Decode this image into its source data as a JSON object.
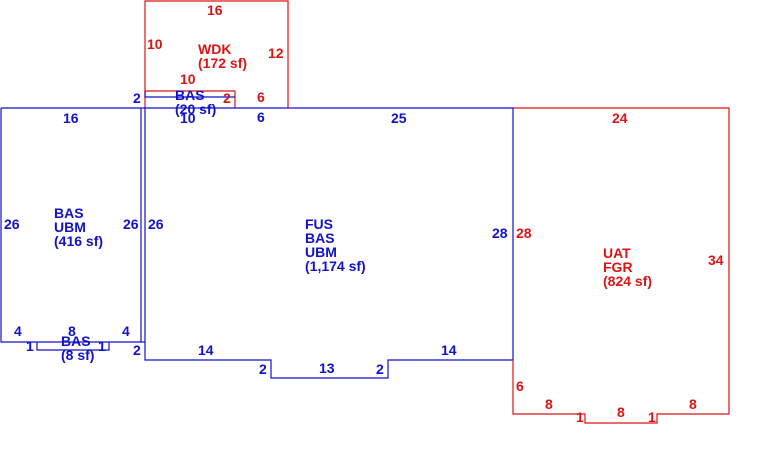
{
  "colors": {
    "blue": "#1212c8",
    "red": "#dc1414"
  },
  "areas": {
    "wdk": {
      "line1": "WDK",
      "line2": "(172 sf)"
    },
    "bas_small": {
      "line1": "BAS",
      "line2": "(20 sf)"
    },
    "bas_left": {
      "line1": "BAS",
      "line2": "UBM",
      "line3": "(416 sf)"
    },
    "main": {
      "line1": "FUS",
      "line2": "BAS",
      "line3": "UBM",
      "line4": "(1,174 sf)"
    },
    "uat": {
      "line1": "UAT",
      "line2": "FGR",
      "line3": "(824 sf)"
    },
    "bas_bottom": {
      "line1": "BAS",
      "line2": "(8 sf)"
    }
  },
  "dims": {
    "wdk_top": "16",
    "wdk_left": "10",
    "wdk_right": "12",
    "wdk_inner_10": "10",
    "wdk_inner_2": "2",
    "wdk_inner_6": "6",
    "bas_small_left": "2",
    "bas_small_bottom": "10",
    "main_top_6": "6",
    "left_top": "16",
    "left_left": "26",
    "left_right": "26",
    "left_bottom_4a": "4",
    "left_bottom_4b": "4",
    "left_bottom_8": "8",
    "bas_bottom_1a": "1",
    "bas_bottom_1b": "1",
    "left_corner_2": "2",
    "main_top": "25",
    "main_left": "26",
    "main_right": "28",
    "main_bottom_14a": "14",
    "main_bottom_14b": "14",
    "main_bottom_2a": "2",
    "main_bottom_13": "13",
    "main_bottom_2b": "2",
    "uat_top": "24",
    "uat_left": "28",
    "uat_right": "34",
    "uat_left_6": "6",
    "uat_bottom_8a": "8",
    "uat_bottom_8b": "8",
    "uat_bottom_8c": "8",
    "uat_bottom_1a": "1",
    "uat_bottom_1b": "1"
  }
}
